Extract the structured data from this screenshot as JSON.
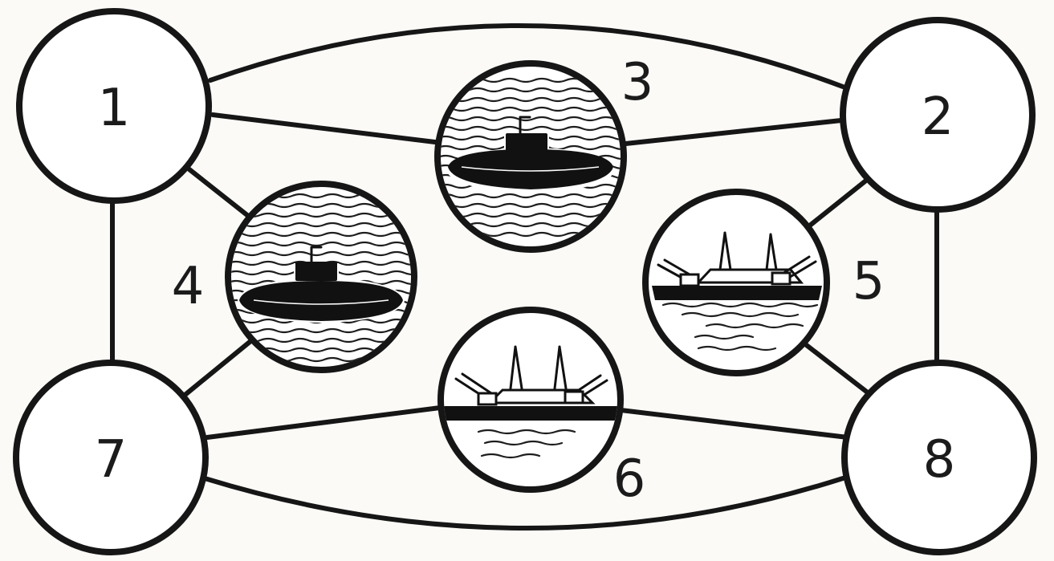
{
  "diagram": {
    "nodes": [
      {
        "id": "1",
        "label": "1",
        "icon": "none"
      },
      {
        "id": "2",
        "label": "2",
        "icon": "none"
      },
      {
        "id": "3",
        "label": "3",
        "icon": "submarine-icon"
      },
      {
        "id": "4",
        "label": "4",
        "icon": "submarine-icon"
      },
      {
        "id": "5",
        "label": "5",
        "icon": "battleship-icon"
      },
      {
        "id": "6",
        "label": "6",
        "icon": "battleship-icon"
      },
      {
        "id": "7",
        "label": "7",
        "icon": "none"
      },
      {
        "id": "8",
        "label": "8",
        "icon": "none"
      }
    ],
    "edges": [
      [
        "1",
        "2"
      ],
      [
        "1",
        "3"
      ],
      [
        "3",
        "2"
      ],
      [
        "1",
        "4"
      ],
      [
        "1",
        "7"
      ],
      [
        "4",
        "7"
      ],
      [
        "2",
        "5"
      ],
      [
        "2",
        "8"
      ],
      [
        "5",
        "8"
      ],
      [
        "7",
        "6"
      ],
      [
        "6",
        "8"
      ],
      [
        "7",
        "8"
      ]
    ],
    "colors": {
      "ink": "#161616",
      "paper": "#fbfaf7"
    }
  }
}
